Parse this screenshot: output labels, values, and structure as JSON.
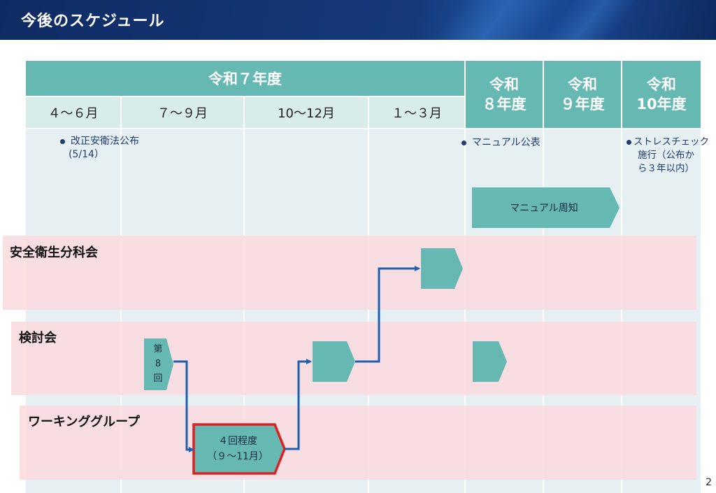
{
  "header": {
    "title": "今後のスケジュール"
  },
  "timeline": {
    "fy7": "令和７年度",
    "quarters": [
      "４～６月",
      "７～９月",
      "10～12月",
      "１～３月"
    ],
    "fy8_line1": "令和",
    "fy8_line2": "８年度",
    "fy9_line1": "令和",
    "fy9_line2": "９年度",
    "fy10_line1": "令和",
    "fy10_line2": "10年度"
  },
  "notes": {
    "law_line1": "改正安衛法公布",
    "law_line2": "(5/14）",
    "manual_publish": "マニュアル公表",
    "stress_line1": "ストレスチェック",
    "stress_line2": "施行（公布か",
    "stress_line3": "ら３年以内）"
  },
  "rows": {
    "subcommittee": "安全衛生分科会",
    "review_meeting": "検討会",
    "working_group": "ワーキンググループ"
  },
  "blocks": {
    "manual_awareness": "マニュアル周知",
    "meeting8_c1": "第",
    "meeting8_c2": "8",
    "meeting8_c3": "回",
    "wg_line1": "４回程度",
    "wg_line2": "（９～11月）"
  },
  "footer": {
    "page_number": "2"
  },
  "colors": {
    "header_blue": "#153a7c",
    "teal": "#66b8b3",
    "arrow_blue": "#1f5fb0",
    "highlight_red": "#e02020",
    "band_pink": "#fadade"
  }
}
